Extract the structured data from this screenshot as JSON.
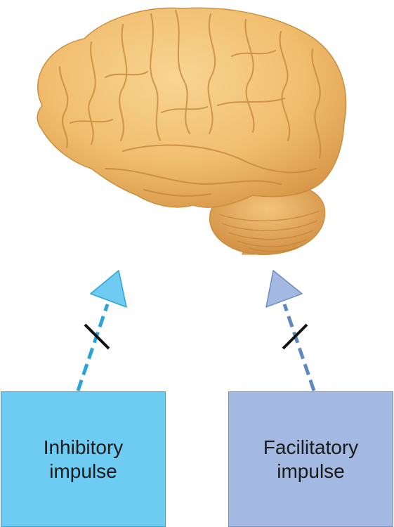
{
  "colors": {
    "inhibitory_fill": "#6ecbf2",
    "inhibitory_stroke": "#2ba6d8",
    "inhibitory_dash": "#2aa4d6",
    "facilitatory_fill": "#a3b9e2",
    "facilitatory_stroke": "#6f8fc4",
    "facilitatory_dash": "#5e88c4",
    "block_mark": "#111111",
    "brain_base": "#f1be6e",
    "brain_shadow": "#c98b3c"
  },
  "inhibitory": {
    "line1": "Inhibitory",
    "line2": "impulse"
  },
  "facilitatory": {
    "line1": "Facilitatory",
    "line2": "impulse"
  },
  "icons": [
    "brain-illustration",
    "inhibitory-arrowhead",
    "facilitatory-arrowhead",
    "block-mark"
  ]
}
